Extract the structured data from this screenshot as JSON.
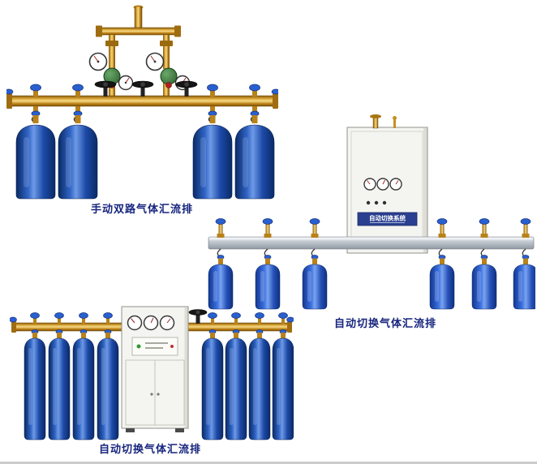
{
  "page": {
    "background": "#ffffff"
  },
  "products": [
    {
      "id": "manual-dual-gas-manifold",
      "caption": "手动双路气体汇流排",
      "cylinder_count": 4
    },
    {
      "id": "auto-switch-gas-manifold-wall",
      "caption": "自动切换气体汇流排",
      "cabinet_label": "自动切换系统",
      "cylinder_count": 6
    },
    {
      "id": "auto-switch-gas-manifold-floor",
      "caption": "自动切换气体汇流排",
      "cylinder_count": 8
    }
  ],
  "colors": {
    "caption_text": "#16247e",
    "brass": "#c8891a",
    "cylinder_blue": "#1d4aa8",
    "valve_blue": "#2a5fd0",
    "cabinet_face": "#f4f4f1",
    "label_plate_blue": "#2a3f8f"
  }
}
